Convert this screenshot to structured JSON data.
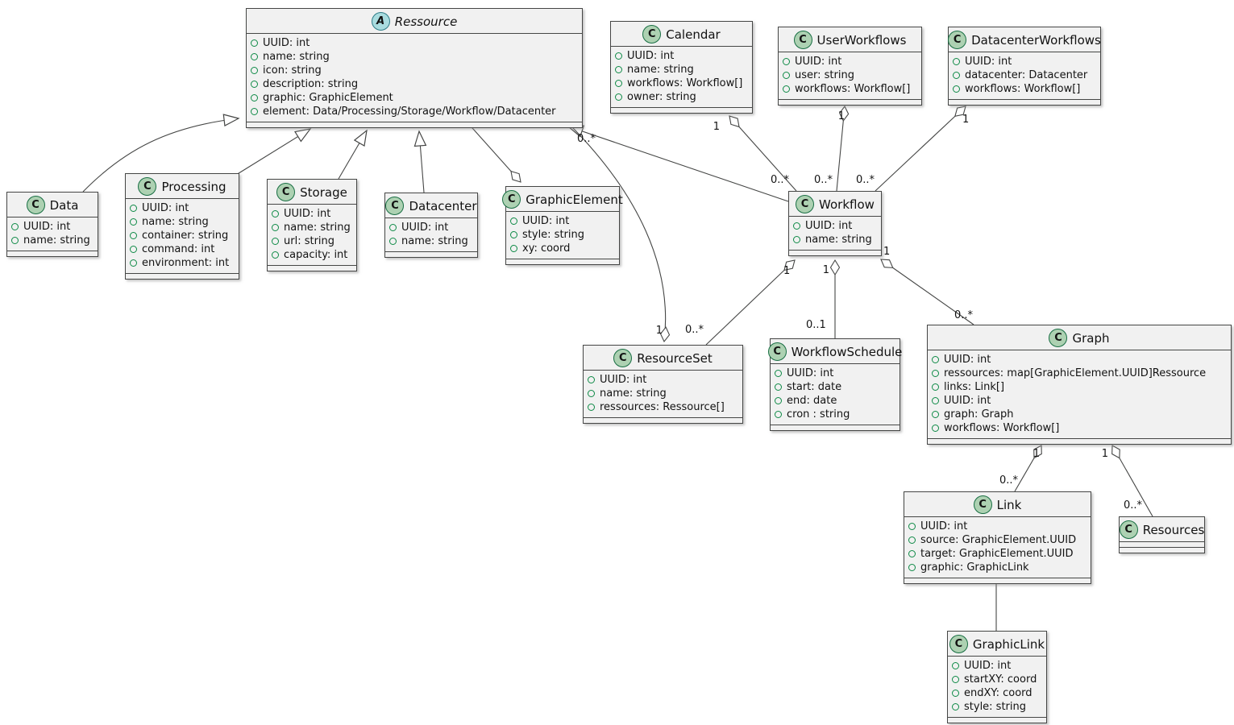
{
  "icons": {
    "abstract": "A",
    "class": "C"
  },
  "multiplicities": {
    "one": "1",
    "many": "0..*",
    "zero_or_one": "0..1"
  },
  "colors": {
    "class_fill": "#F1F1F1",
    "class_border": "#454645",
    "class_icon_fill": "#ADD1B2",
    "abstract_icon_fill": "#A9DCDF",
    "field_bullet": "#0E8A46",
    "edge_line": "#454645"
  },
  "classes": {
    "ressource": {
      "name": "Ressource",
      "attrs": [
        "UUID: int",
        "name: string",
        "icon: string",
        "description: string",
        "graphic: GraphicElement",
        "element: Data/Processing/Storage/Workflow/Datacenter"
      ]
    },
    "calendar": {
      "name": "Calendar",
      "attrs": [
        "UUID: int",
        "name: string",
        "workflows: Workflow[]",
        "owner: string"
      ]
    },
    "userworkflows": {
      "name": "UserWorkflows",
      "attrs": [
        "UUID: int",
        "user: string",
        "workflows: Workflow[]"
      ]
    },
    "datacenterworkflows": {
      "name": "DatacenterWorkflows",
      "attrs": [
        "UUID: int",
        "datacenter: Datacenter",
        "workflows: Workflow[]"
      ]
    },
    "data": {
      "name": "Data",
      "attrs": [
        "UUID: int",
        "name: string"
      ]
    },
    "processing": {
      "name": "Processing",
      "attrs": [
        "UUID: int",
        "name: string",
        "container: string",
        "command: int",
        "environment: int"
      ]
    },
    "storage": {
      "name": "Storage",
      "attrs": [
        "UUID: int",
        "name: string",
        "url: string",
        "capacity: int"
      ]
    },
    "datacenter": {
      "name": "Datacenter",
      "attrs": [
        "UUID: int",
        "name: string"
      ]
    },
    "graphicelement": {
      "name": "GraphicElement",
      "attrs": [
        "UUID: int",
        "style: string",
        "xy: coord"
      ]
    },
    "workflow": {
      "name": "Workflow",
      "attrs": [
        "UUID: int",
        "name: string"
      ]
    },
    "resourceset": {
      "name": "ResourceSet",
      "attrs": [
        "UUID: int",
        "name: string",
        "ressources: Ressource[]"
      ]
    },
    "workflowschedule": {
      "name": "WorkflowSchedule",
      "attrs": [
        "UUID: int",
        "start: date",
        "end: date",
        "cron : string"
      ]
    },
    "graph": {
      "name": "Graph",
      "attrs": [
        "UUID: int",
        "ressources: map[GraphicElement.UUID]Ressource",
        "links: Link[]",
        "UUID: int",
        "graph: Graph",
        "workflows: Workflow[]"
      ]
    },
    "link": {
      "name": "Link",
      "attrs": [
        "UUID: int",
        "source: GraphicElement.UUID",
        "target: GraphicElement.UUID",
        "graphic: GraphicLink"
      ]
    },
    "resources": {
      "name": "Resources",
      "attrs": []
    },
    "graphiclink": {
      "name": "GraphicLink",
      "attrs": [
        "UUID: int",
        "startXY: coord",
        "endXY: coord",
        "style: string"
      ]
    }
  }
}
